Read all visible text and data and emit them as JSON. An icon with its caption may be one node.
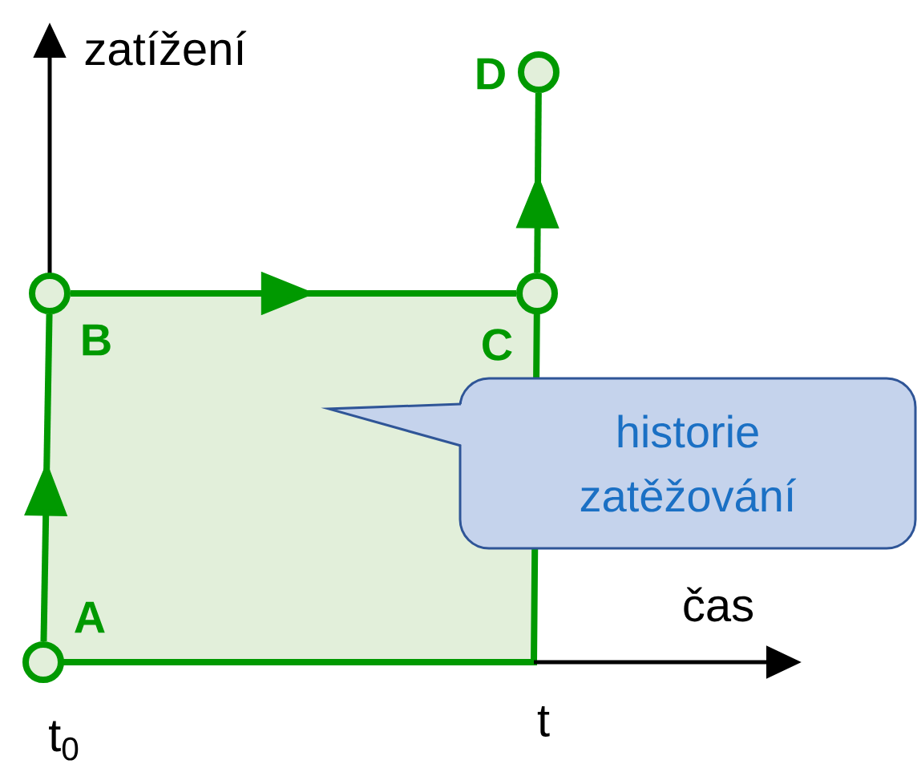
{
  "diagram": {
    "nodes": [
      {
        "text": [],
        "shape": "circle",
        "beside": [
          "A"
        ]
      },
      {
        "text": [],
        "shape": "circle",
        "beside": [
          "B"
        ]
      },
      {
        "text": [],
        "shape": "circle",
        "beside": [
          "C"
        ]
      },
      {
        "text": [],
        "shape": "circle",
        "beside": [
          "D"
        ]
      },
      {
        "text": [
          "historie zatěžování"
        ]
      }
    ],
    "edges": [
      {
        "from": 0,
        "to": 1,
        "arrow": "to"
      },
      {
        "from": 1,
        "to": 2,
        "arrow": "to"
      },
      {
        "from": 2,
        "to": 3,
        "arrow": "to"
      }
    ],
    "labels": [
      "zatížení",
      "čas",
      "t$_{0}$",
      "t"
    ]
  }
}
